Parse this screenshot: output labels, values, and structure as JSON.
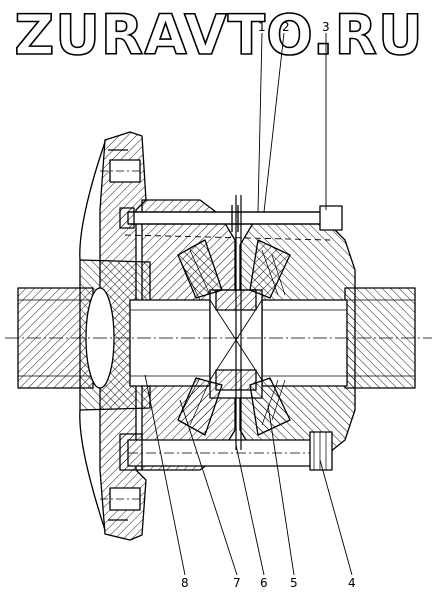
{
  "watermark": {
    "text": "ZURAVTO.RU"
  },
  "callouts": [
    {
      "id": "1",
      "label": "1"
    },
    {
      "id": "2",
      "label": "2"
    },
    {
      "id": "3",
      "label": "3"
    },
    {
      "id": "4",
      "label": "4"
    },
    {
      "id": "5",
      "label": "5"
    },
    {
      "id": "6",
      "label": "6"
    },
    {
      "id": "7",
      "label": "7"
    },
    {
      "id": "8",
      "label": "8"
    }
  ],
  "colors": {
    "ink": "#000000",
    "paper": "#ffffff"
  }
}
